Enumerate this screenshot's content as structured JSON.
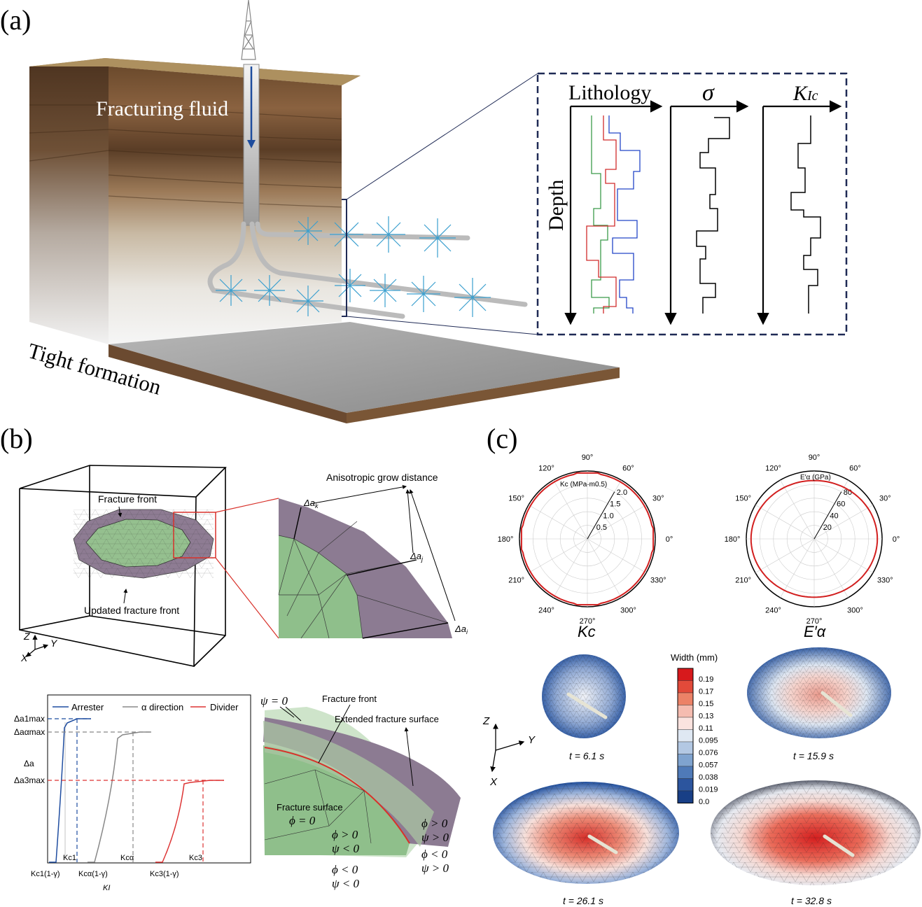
{
  "panel_a": {
    "label": "(a)",
    "fluid_label": "Fracturing fluid",
    "formation_label": "Tight formation",
    "depth_label": "Depth",
    "col_lithology": "Lithology",
    "col_sigma": "σ",
    "col_kic_main": "K",
    "col_kic_sub": "Ic"
  },
  "panel_b": {
    "label": "(b)",
    "fracture_front": "Fracture front",
    "updated_front": "Updated fracture front",
    "aniso": "Anisotropic grow distance",
    "delta_k": "Δa",
    "delta_k_sub": "k",
    "delta_j": "Δa",
    "delta_j_sub": "j",
    "delta_i": "Δa",
    "delta_i_sub": "i",
    "axis_z": "Z",
    "axis_y": "Y",
    "axis_x": "X",
    "legend": {
      "arrester": "Arrester",
      "alpha": "α direction",
      "divider": "Divider"
    },
    "yticks": {
      "top": "Δa1max",
      "mid": "Δaαmax",
      "da": "Δa",
      "low": "Δa3max"
    },
    "xticks": [
      "Kc1(1-γ)",
      "Kc1",
      "Kcα(1-γ)",
      "Kcα",
      "Kc3(1-γ)",
      "Kc3"
    ],
    "xlabel": "KI",
    "psi0": "ψ = 0",
    "front2": "Fracture front",
    "extended": "Extended fracture surface",
    "surface": "Fracture surface",
    "phi0": "ϕ = 0",
    "phi_gt": "ϕ > 0",
    "psi_gt": "ψ > 0",
    "phi_lt": "ϕ < 0",
    "psi_lt": "ψ < 0"
  },
  "panel_c": {
    "label": "(c)",
    "polar1": {
      "angles": [
        "90°",
        "60°",
        "30°",
        "0°",
        "330°",
        "300°",
        "270°",
        "240°",
        "210°",
        "180°",
        "150°",
        "120°"
      ],
      "radial_title": "Kc (MPa·m0.5)",
      "radial_ticks": [
        "0.5",
        "1.0",
        "1.5",
        "2.0"
      ],
      "caption": "Kc"
    },
    "polar2": {
      "angles": [
        "90°",
        "60°",
        "30°",
        "0°",
        "330°",
        "300°",
        "270°",
        "240°",
        "210°",
        "180°",
        "150°",
        "120°"
      ],
      "radial_title": "E′α (GPa)",
      "radial_ticks": [
        "20",
        "40",
        "60",
        "80"
      ],
      "caption": "E′α"
    },
    "colorbar": {
      "title": "Width (mm)",
      "ticks": [
        "0.19",
        "0.17",
        "0.15",
        "0.13",
        "0.11",
        "0.095",
        "0.076",
        "0.057",
        "0.038",
        "0.019",
        "0.0"
      ],
      "colors": [
        "#d7191c",
        "#e24a3a",
        "#ec8267",
        "#f5bcb0",
        "#fbe3df",
        "#dfe8f3",
        "#b3c8e3",
        "#7fa3cf",
        "#4f7ab8",
        "#2c559e",
        "#183f86"
      ]
    },
    "times": [
      "t = 6.1 s",
      "t = 15.9 s",
      "t = 26.1 s",
      "t = 32.8 s"
    ],
    "axis_z": "Z",
    "axis_y": "Y",
    "axis_x": "X"
  }
}
